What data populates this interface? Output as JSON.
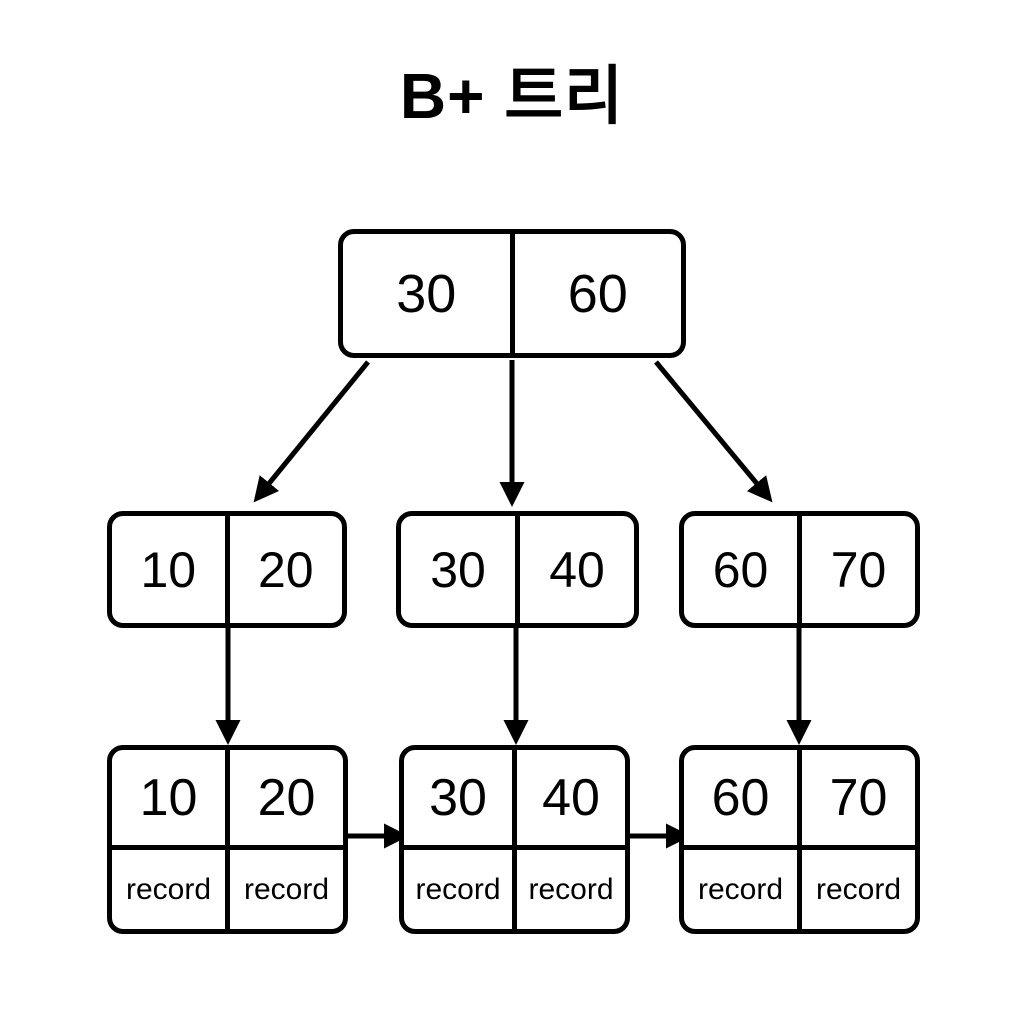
{
  "page": {
    "title": "B+ 트리",
    "background_color": "#ffffff",
    "stroke_color": "#000000"
  },
  "tree": {
    "root": {
      "label": "root-node",
      "keys": [
        "30",
        "60"
      ]
    },
    "internal_nodes": [
      {
        "label": "internal-node-1",
        "keys": [
          "10",
          "20"
        ]
      },
      {
        "label": "internal-node-2",
        "keys": [
          "30",
          "40"
        ]
      },
      {
        "label": "internal-node-3",
        "keys": [
          "60",
          "70"
        ]
      }
    ],
    "leaf_nodes": [
      {
        "label": "leaf-node-1",
        "keys": [
          "10",
          "20"
        ],
        "records": [
          "record",
          "record"
        ]
      },
      {
        "label": "leaf-node-2",
        "keys": [
          "30",
          "40"
        ],
        "records": [
          "record",
          "record"
        ]
      },
      {
        "label": "leaf-node-3",
        "keys": [
          "60",
          "70"
        ],
        "records": [
          "record",
          "record"
        ]
      }
    ],
    "edges": {
      "root_to_internal": [
        {
          "from": "root-node",
          "to": "internal-node-1",
          "style": "diagonal-arrow"
        },
        {
          "from": "root-node",
          "to": "internal-node-2",
          "style": "vertical-arrow"
        },
        {
          "from": "root-node",
          "to": "internal-node-3",
          "style": "diagonal-arrow"
        }
      ],
      "internal_to_leaf": [
        {
          "from": "internal-node-1",
          "to": "leaf-node-1",
          "style": "vertical-arrow"
        },
        {
          "from": "internal-node-2",
          "to": "leaf-node-2",
          "style": "vertical-arrow"
        },
        {
          "from": "internal-node-3",
          "to": "leaf-node-3",
          "style": "vertical-arrow"
        }
      ],
      "leaf_chain": [
        {
          "from": "leaf-node-1",
          "to": "leaf-node-2",
          "style": "horizontal-arrow"
        },
        {
          "from": "leaf-node-2",
          "to": "leaf-node-3",
          "style": "horizontal-arrow"
        }
      ]
    }
  }
}
